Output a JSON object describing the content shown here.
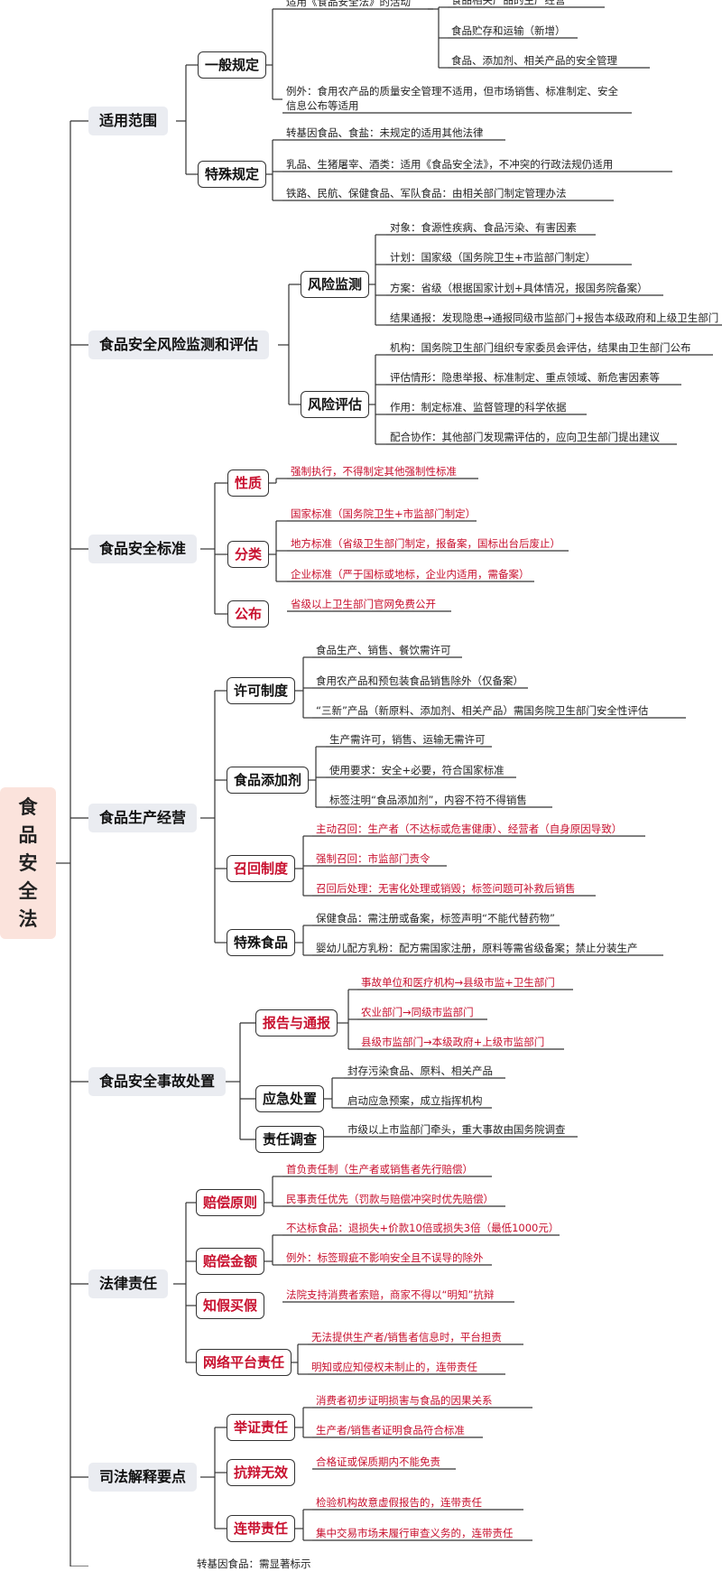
{
  "colors": {
    "line": "#333333",
    "red": "#c8102e",
    "category_bg": "#eaecf1",
    "root_bg": "#fbe3dc"
  },
  "root": {
    "label": "食品安全法"
  },
  "categories": {
    "scope": "适用范围",
    "risk": "食品安全风险监测和评估",
    "standard": "食品安全标准",
    "production": "食品生产经营",
    "incident": "食品安全事故处置",
    "liability": "法律责任",
    "judicial": "司法解释要点"
  },
  "subs": {
    "general": "一般规定",
    "special": "特殊规定",
    "monitoring": "风险监测",
    "assessment": "风险评估",
    "nature": "性质",
    "classification": "分类",
    "publication": "公布",
    "license": "许可制度",
    "additive": "食品添加剂",
    "recall": "召回制度",
    "special_food": "特殊食品",
    "report": "报告与通报",
    "emergency": "应急处置",
    "investigation": "责任调查",
    "compensation_principle": "赔偿原则",
    "compensation_amount": "赔偿金额",
    "knowing_fake": "知假买假",
    "platform": "网络平台责任",
    "burden": "举证责任",
    "defense": "抗辩无效",
    "joint": "连带责任"
  },
  "leaves": {
    "general_1": "适用《食品安全法》的活动",
    "general_1a": "食品相关产品的生产经营",
    "general_1b": "食品贮存和运输（新增）",
    "general_1c": "食品、添加剂、相关产品的安全管理",
    "general_2": "例外：食用农产品的质量安全管理不适用，但市场销售、标准制定、安全信息公布等适用",
    "special_1": "转基因食品、食盐：未规定的适用其他法律",
    "special_2": "乳品、生猪屠宰、酒类：适用《食品安全法》，不冲突的行政法规仍适用",
    "special_3": "铁路、民航、保健食品、军队食品：由相关部门制定管理办法",
    "mon_1": "对象：食源性疾病、食品污染、有害因素",
    "mon_2": "计划：国家级（国务院卫生+市监部门制定）",
    "mon_3": "方案：省级（根据国家计划+具体情况，报国务院备案）",
    "mon_4": "结果通报：发现隐患→通报同级市监部门+报告本级政府和上级卫生部门",
    "asm_1": "机构：国务院卫生部门组织专家委员会评估，结果由卫生部门公布",
    "asm_2": "评估情形：隐患举报、标准制定、重点领域、新危害因素等",
    "asm_3": "作用：制定标准、监督管理的科学依据",
    "asm_4": "配合协作：其他部门发现需评估的，应向卫生部门提出建议",
    "nature_1": "强制执行，不得制定其他强制性标准",
    "class_1": "国家标准（国务院卫生+市监部门制定）",
    "class_2": "地方标准（省级卫生部门制定，报备案，国标出台后废止）",
    "class_3": "企业标准（严于国标或地标，企业内适用，需备案）",
    "pub_1": "省级以上卫生部门官网免费公开",
    "lic_1": "食品生产、销售、餐饮需许可",
    "lic_2": "食用农产品和预包装食品销售除外（仅备案）",
    "lic_3": "“三新”产品（新原料、添加剂、相关产品）需国务院卫生部门安全性评估",
    "add_1": "生产需许可，销售、运输无需许可",
    "add_2": "使用要求：安全+必要，符合国家标准",
    "add_3": "标签注明“食品添加剂”，内容不符不得销售",
    "rec_1": "主动召回：生产者（不达标或危害健康）、经营者（自身原因导致）",
    "rec_2": "强制召回：市监部门责令",
    "rec_3": "召回后处理：无害化处理或销毁；标签问题可补救后销售",
    "sf_1": "保健食品：需注册或备案，标签声明“不能代替药物”",
    "sf_2": "婴幼儿配方乳粉：配方需国家注册，原料等需省级备案；禁止分装生产",
    "rep_1": "事故单位和医疗机构→县级市监+卫生部门",
    "rep_2": "农业部门→同级市监部门",
    "rep_3": "县级市监部门→本级政府+上级市监部门",
    "emg_1": "封存污染食品、原料、相关产品",
    "emg_2": "启动应急预案，成立指挥机构",
    "inv_1": "市级以上市监部门牵头，重大事故由国务院调查",
    "cp_1": "首负责任制（生产者或销售者先行赔偿）",
    "cp_2": "民事责任优先（罚款与赔偿冲突时优先赔偿）",
    "ca_1": "不达标食品：退损失+价款10倍或损失3倍（最低1000元）",
    "ca_2": "例外：标签瑕疵不影响安全且不误导的除外",
    "kf_1": "法院支持消费者索赔，商家不得以“明知”抗辩",
    "pf_1": "无法提供生产者/销售者信息时，平台担责",
    "pf_2": "明知或应知侵权未制止的，连带责任",
    "bd_1": "消费者初步证明损害与食品的因果关系",
    "bd_2": "生产者/销售者证明食品符合标准",
    "df_1": "合格证或保质期内不能免责",
    "jn_1": "检验机构故意虚假报告的，连带责任",
    "jn_2": "集中交易市场未履行审查义务的，连带责任",
    "cut_1": "转基因食品：需显著标示"
  }
}
